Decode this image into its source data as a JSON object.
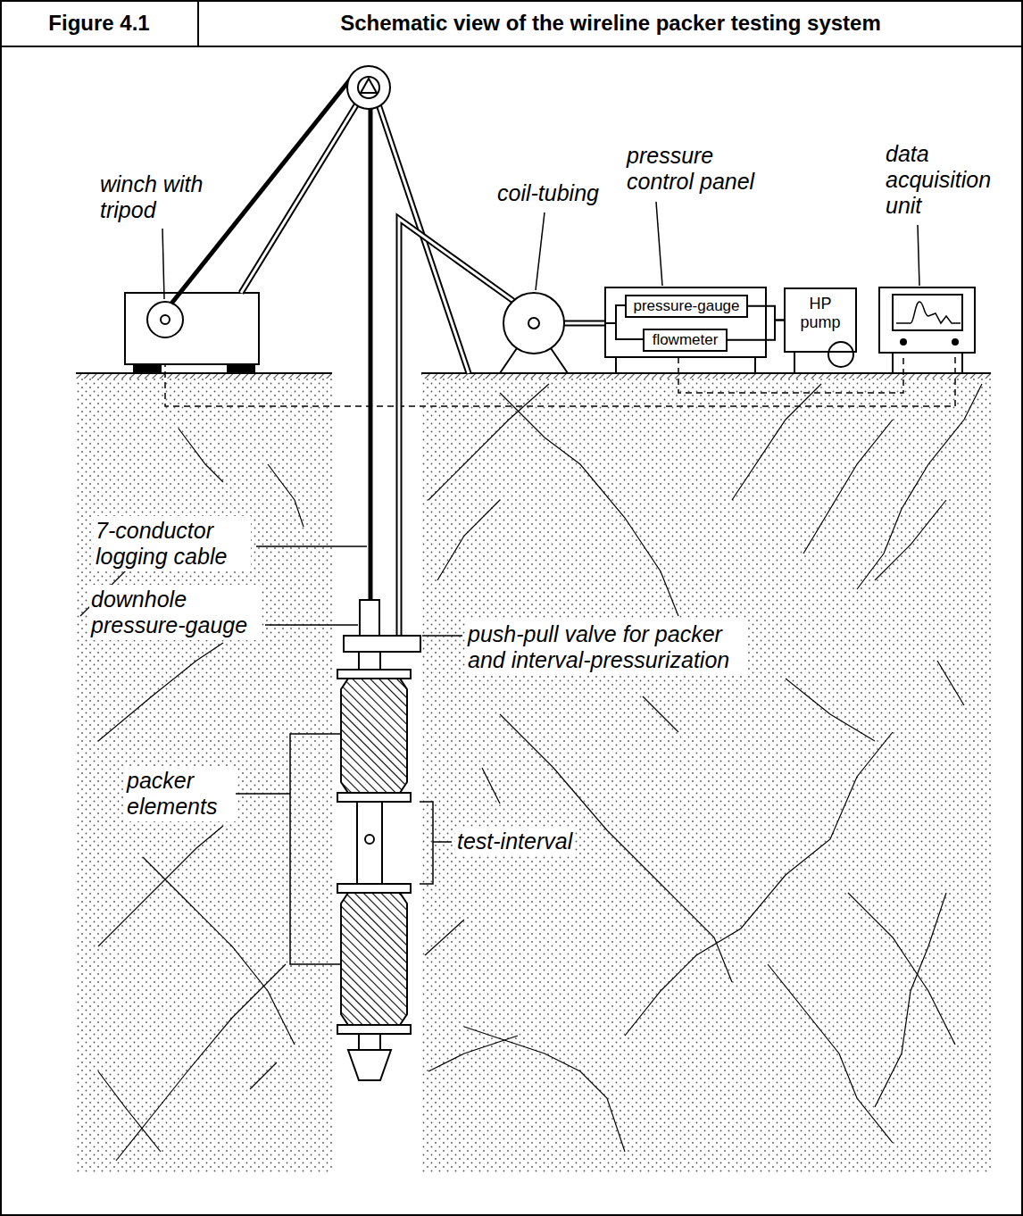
{
  "diagram": {
    "title": "Schematic view of the wireline packer testing system",
    "nodes": [
      {
        "text": [
          "pressure-gauge"
        ]
      },
      {
        "text": [
          "flowmeter"
        ]
      },
      {
        "text": [
          "HP pump"
        ]
      }
    ],
    "edges": [
      {
        "from": 0,
        "to": 2,
        "arrow": "none"
      },
      {
        "from": 1,
        "to": 2,
        "arrow": "none"
      }
    ],
    "labels": [
      "Figure 4.1",
      "winch with tripod",
      "coil-tubing",
      "pressure control panel",
      "data acquisition unit",
      "7-conductor logging cable",
      "downhole pressure-gauge",
      "push-pull valve for packer and interval-pressurization",
      "packer elements",
      "test-interval"
    ]
  }
}
